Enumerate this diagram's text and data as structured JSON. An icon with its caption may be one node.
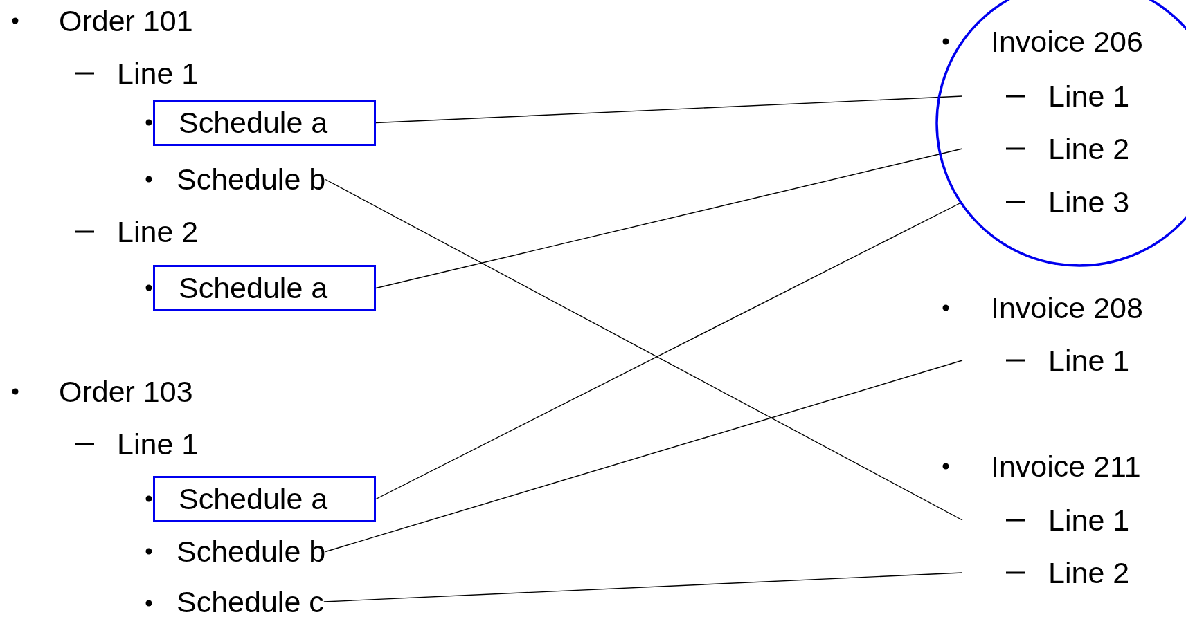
{
  "diagram": {
    "nodes": [
      {
        "text": [
          "Schedule a"
        ]
      },
      {
        "text": [
          "Schedule b"
        ]
      },
      {
        "text": [
          "Schedule a"
        ]
      },
      {
        "text": [
          "Schedule a"
        ]
      },
      {
        "text": [
          "Schedule b"
        ]
      },
      {
        "text": [
          "Schedule c"
        ]
      },
      {
        "text": [
          "Invoice 206"
        ]
      },
      {
        "text": [
          "Line 1"
        ],
        "in": 6
      },
      {
        "text": [
          "Line 2"
        ],
        "in": 6
      },
      {
        "text": [
          "Line 3"
        ],
        "in": 6
      },
      {
        "text": [
          "Line 1"
        ]
      },
      {
        "text": [
          "Line 1"
        ]
      },
      {
        "text": [
          "Line 2"
        ]
      }
    ],
    "edges": [
      {
        "from": 0,
        "to": 7,
        "arrow": "none"
      },
      {
        "from": 1,
        "to": 11,
        "arrow": "none"
      },
      {
        "from": 2,
        "to": 8,
        "arrow": "none"
      },
      {
        "from": 3,
        "to": 9,
        "arrow": "none"
      },
      {
        "from": 4,
        "to": 10,
        "arrow": "none"
      },
      {
        "from": 5,
        "to": 12,
        "arrow": "none"
      }
    ],
    "labels": [
      "Order 101",
      "Line 1",
      "Line 2",
      "Order 103",
      "Line 1",
      "Invoice 208",
      "Invoice 211"
    ]
  }
}
